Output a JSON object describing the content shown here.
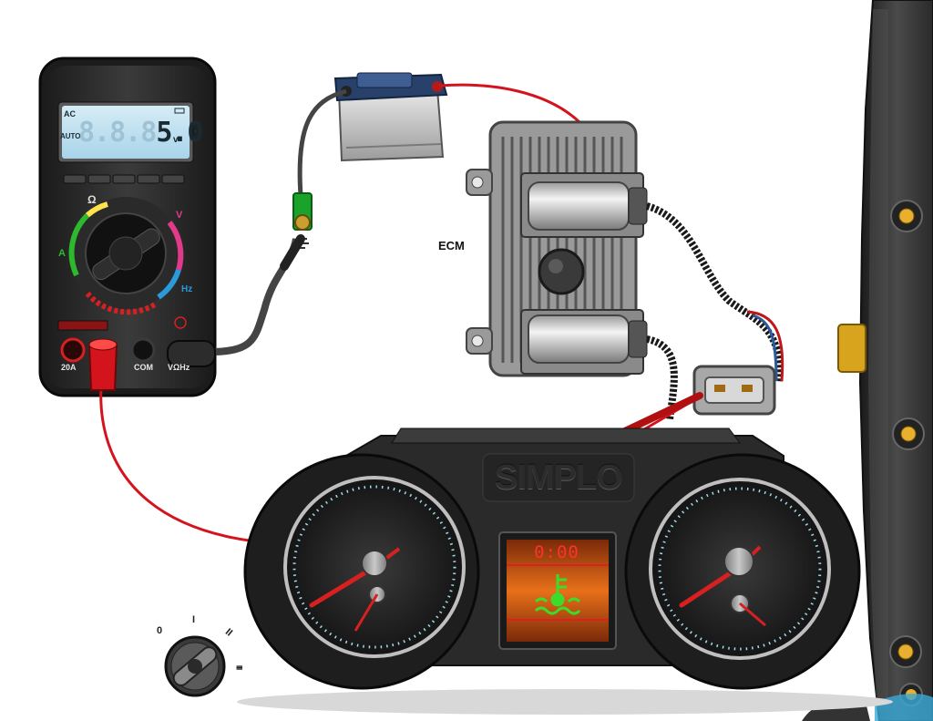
{
  "multimeter": {
    "display_ac": "AC",
    "display_auto": "AUTO",
    "display_ghost": "8.8.8",
    "display_value": "5.0",
    "display_unit": "v",
    "port_20a": "20A",
    "port_com": "COM",
    "port_v": "VΩHz",
    "dial_ohm": "Ω",
    "dial_v": "V",
    "dial_a": "A",
    "dial_hz": "Hz"
  },
  "ecm": {
    "label": "ECM"
  },
  "cluster": {
    "brand": "SIMPLO",
    "clock": "0:00",
    "warning_icon": "coolant-temperature-icon",
    "warning_color": "#3ddc2a"
  },
  "ignition": {
    "positions": [
      "0",
      "I",
      "II",
      "III"
    ]
  },
  "colors": {
    "red_lead": "#d4141c",
    "black_lead": "#3a3a3a",
    "battery_top": "#27416b",
    "cluster_body": "#2a2a2a"
  }
}
